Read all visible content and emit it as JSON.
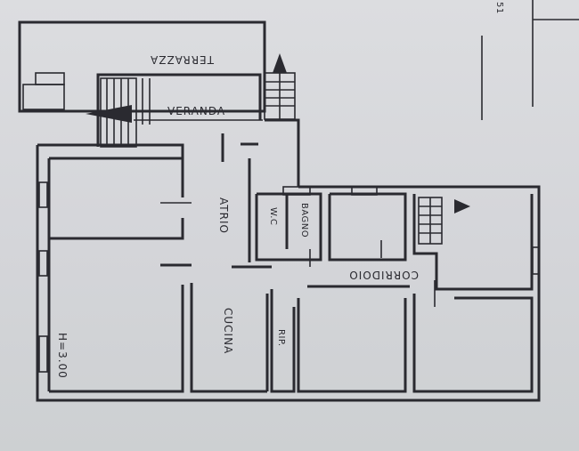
{
  "labels": {
    "terrazza": "TERRAZZA",
    "veranda": "VERANDA",
    "atrio": "ATRIO",
    "wc": "W.C",
    "bagno": "BAGNO",
    "corridoio": "CORRIDOIO",
    "cucina": "CUCINA",
    "rip": "RIP.",
    "height": "H=3.00",
    "corner": "51"
  },
  "colors": {
    "paper": "#d9dadd",
    "ink": "#2a2a30"
  }
}
